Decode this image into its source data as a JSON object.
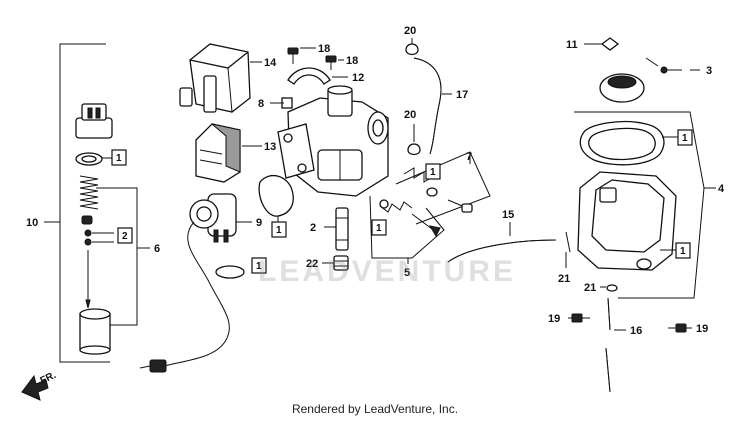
{
  "diagram": {
    "labels": [
      {
        "key": "p20a",
        "text": "20"
      },
      {
        "key": "p11",
        "text": "11"
      },
      {
        "key": "p18a",
        "text": "18"
      },
      {
        "key": "p18b",
        "text": "18"
      },
      {
        "key": "p14",
        "text": "14"
      },
      {
        "key": "p12",
        "text": "12"
      },
      {
        "key": "p3",
        "text": "3"
      },
      {
        "key": "p17",
        "text": "17"
      },
      {
        "key": "p8",
        "text": "8"
      },
      {
        "key": "p20b",
        "text": "20"
      },
      {
        "key": "p13",
        "text": "13"
      },
      {
        "key": "p7",
        "text": "7"
      },
      {
        "key": "p4",
        "text": "4"
      },
      {
        "key": "p10",
        "text": "10"
      },
      {
        "key": "p6",
        "text": "6"
      },
      {
        "key": "p9",
        "text": "9"
      },
      {
        "key": "p2b",
        "text": "2"
      },
      {
        "key": "p15",
        "text": "15"
      },
      {
        "key": "p22",
        "text": "22"
      },
      {
        "key": "p5",
        "text": "5"
      },
      {
        "key": "p21a",
        "text": "21"
      },
      {
        "key": "p21b",
        "text": "21"
      },
      {
        "key": "p19a",
        "text": "19"
      },
      {
        "key": "p16",
        "text": "16"
      },
      {
        "key": "p19b",
        "text": "19"
      }
    ],
    "boxed_labels": [
      {
        "key": "b1",
        "text": "1"
      },
      {
        "key": "b2",
        "text": "2"
      },
      {
        "key": "b3",
        "text": "1"
      },
      {
        "key": "b4",
        "text": "1"
      },
      {
        "key": "b5",
        "text": "1"
      },
      {
        "key": "b6",
        "text": "1"
      },
      {
        "key": "b7",
        "text": "1"
      },
      {
        "key": "b8",
        "text": "1"
      }
    ],
    "direction_marker": "FR.",
    "watermark": "LEADVENTURE",
    "footer": "Rendered by LeadVenture, Inc."
  }
}
